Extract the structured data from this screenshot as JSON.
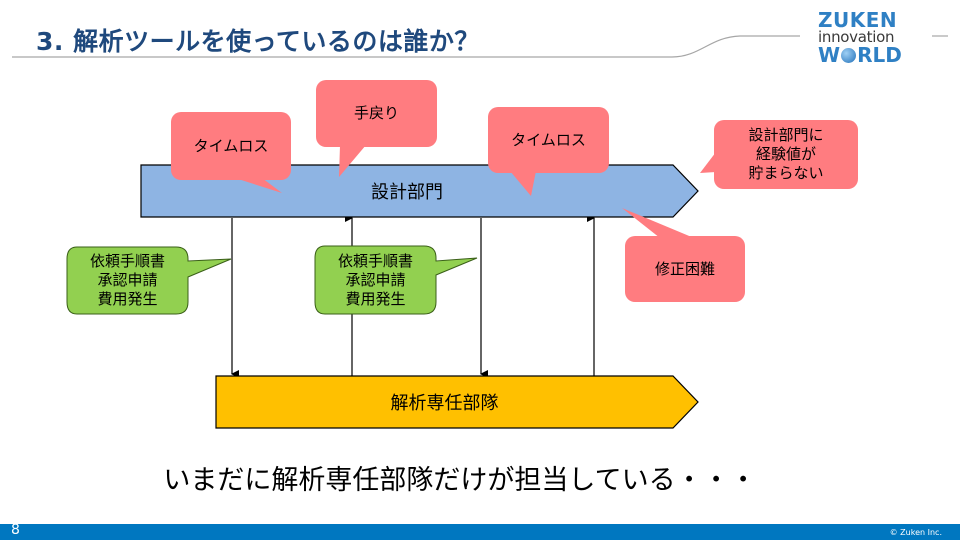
{
  "slide": {
    "title": "3. 解析ツールを使っているのは誰か？",
    "page_number": "8",
    "copyright": "© Zuken Inc.",
    "summary": "いまだに解析専任部隊だけが担当している・・・"
  },
  "logo": {
    "line1": "ZUKEN",
    "line2": "innovation",
    "line3": "W●RLD"
  },
  "colors": {
    "title": "#1f497d",
    "design_dept_fill": "#8eb4e3",
    "analysis_team_fill": "#ffc000",
    "red_callout": "#ff7c80",
    "green_callout": "#92d050",
    "footer": "#0077c0"
  },
  "diagram": {
    "design_dept": {
      "label": "設計部門"
    },
    "analysis_team": {
      "label": "解析専任部隊"
    },
    "red_callouts": [
      {
        "id": "time-loss-1",
        "text": "タイムロス"
      },
      {
        "id": "rework",
        "text": "手戻り"
      },
      {
        "id": "time-loss-2",
        "text": "タイムロス"
      },
      {
        "id": "no-experience",
        "text": "設計部門に\n経験値が\n貯まらない"
      },
      {
        "id": "hard-to-fix",
        "text": "修正困難"
      }
    ],
    "green_callouts": [
      {
        "id": "procedure-1",
        "text": "依頼手順書\n承認申請\n費用発生"
      },
      {
        "id": "procedure-2",
        "text": "依頼手順書\n承認申請\n費用発生"
      }
    ],
    "connectors": [
      {
        "direction": "down",
        "from": "設計部門",
        "to": "解析専任部隊"
      },
      {
        "direction": "up",
        "from": "解析専任部隊",
        "to": "設計部門"
      },
      {
        "direction": "down",
        "from": "設計部門",
        "to": "解析専任部隊"
      },
      {
        "direction": "up",
        "from": "解析専任部隊",
        "to": "設計部門"
      }
    ]
  }
}
